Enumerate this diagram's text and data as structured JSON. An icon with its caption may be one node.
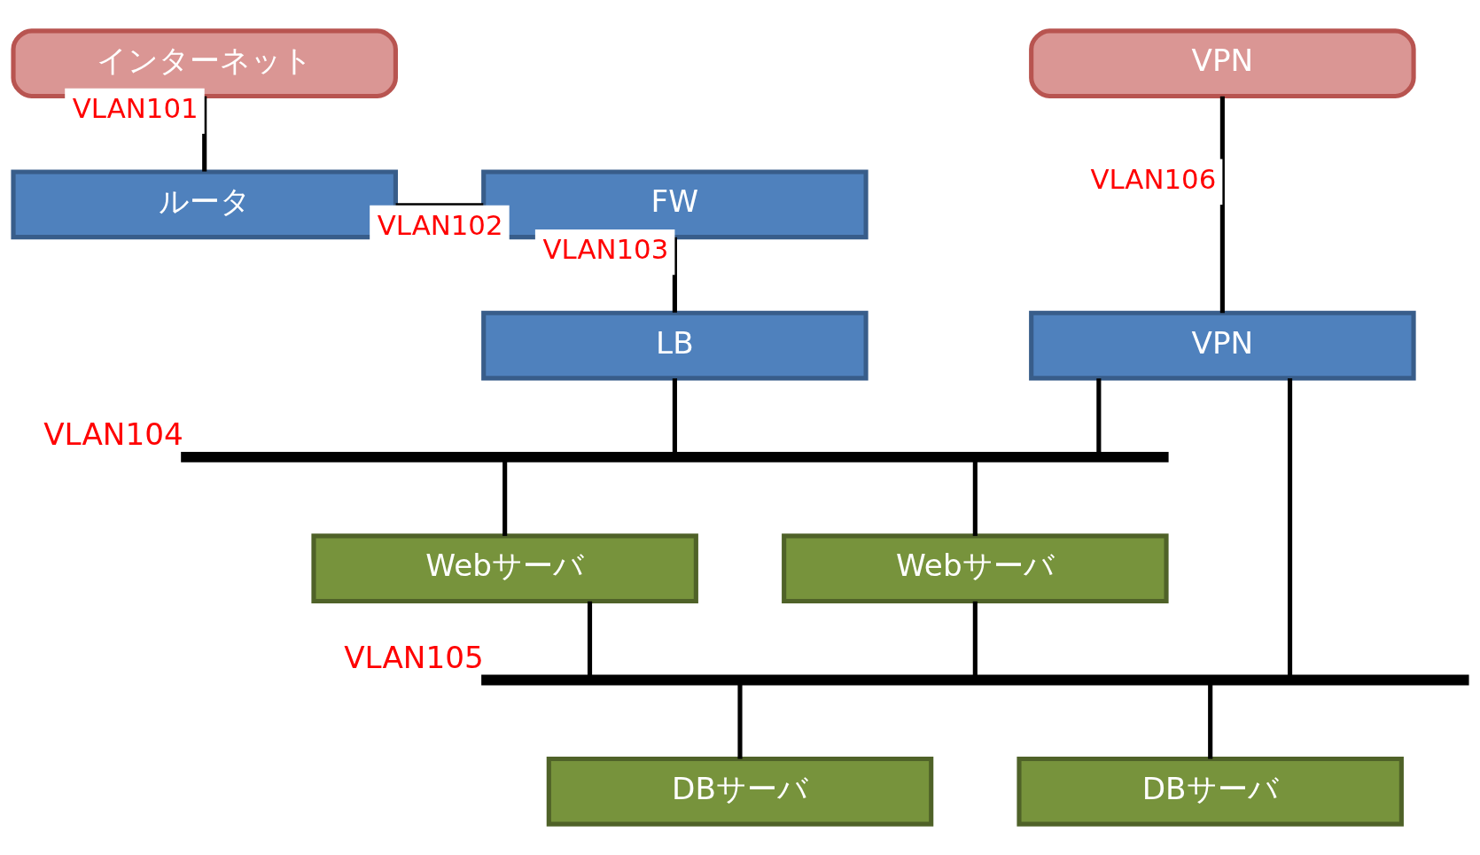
{
  "diagram": {
    "nodes": [
      {
        "text": [
          "インターネット"
        ]
      },
      {
        "text": [
          "VPN"
        ]
      },
      {
        "text": [
          "ルータ"
        ]
      },
      {
        "text": [
          "FW"
        ]
      },
      {
        "text": [
          "LB"
        ]
      },
      {
        "text": [
          "VPN"
        ]
      },
      {
        "text": [],
        "shape": "bar",
        "beside": [
          "VLAN104"
        ]
      },
      {
        "text": [
          "Webサーバ"
        ]
      },
      {
        "text": [
          "Webサーバ"
        ]
      },
      {
        "text": [],
        "shape": "bar",
        "beside": [
          "VLAN105"
        ]
      },
      {
        "text": [
          "DBサーバ"
        ]
      },
      {
        "text": [
          "DBサーバ"
        ]
      }
    ],
    "edges": [
      {
        "from": 0,
        "to": 2,
        "arrow": "none",
        "label": "VLAN101"
      },
      {
        "from": 2,
        "to": 3,
        "arrow": "none",
        "label": "VLAN102"
      },
      {
        "from": 3,
        "to": 4,
        "arrow": "none",
        "label": "VLAN103"
      },
      {
        "from": 1,
        "to": 5,
        "arrow": "none",
        "label": "VLAN106"
      },
      {
        "from": 4,
        "to": 6,
        "arrow": "none"
      },
      {
        "from": 5,
        "to": 6,
        "arrow": "none"
      },
      {
        "from": 6,
        "to": 7,
        "arrow": "none"
      },
      {
        "from": 6,
        "to": 8,
        "arrow": "none"
      },
      {
        "from": 7,
        "to": 9,
        "arrow": "none"
      },
      {
        "from": 8,
        "to": 9,
        "arrow": "none"
      },
      {
        "from": 5,
        "to": 9,
        "arrow": "none"
      },
      {
        "from": 9,
        "to": 10,
        "arrow": "none"
      },
      {
        "from": 9,
        "to": 11,
        "arrow": "none"
      }
    ]
  }
}
